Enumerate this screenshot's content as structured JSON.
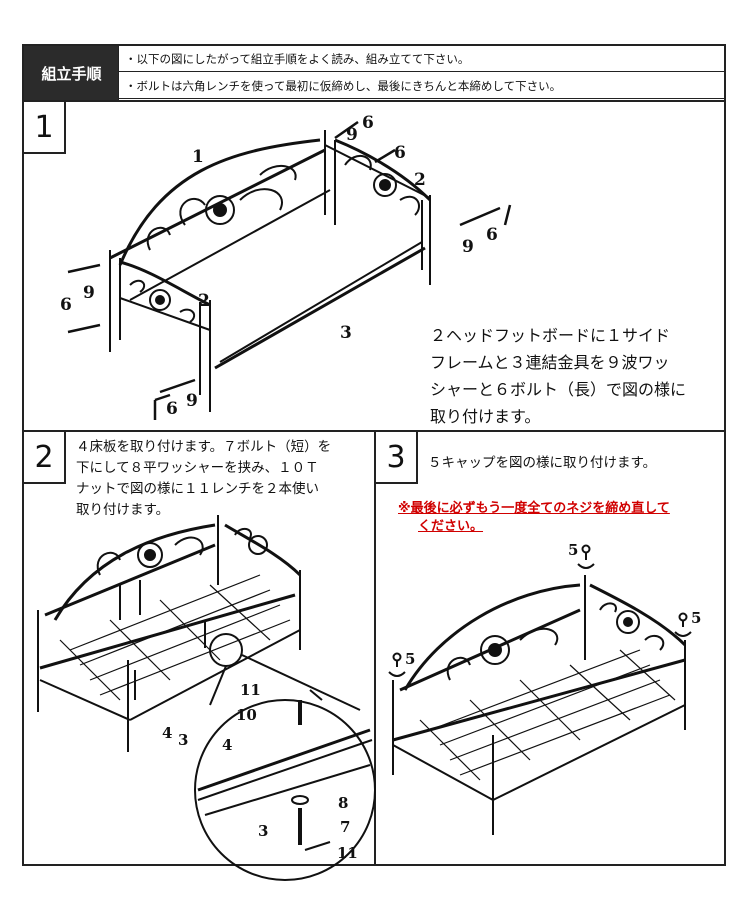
{
  "header": {
    "title": "組立手順",
    "notes": [
      "・以下の図にしたがって組立手順をよく読み、組み立てて下さい。",
      "・ボルトは六角レンチを使って最初に仮締めし、最後にきちんと本締めして下さい。"
    ]
  },
  "step1": {
    "number": "1",
    "text": "２ヘッドフットボードに１サイドフレームと３連結金具を９波ワッシャーと６ボルト（長）で図の様に取り付けます。",
    "lines": [
      "２ヘッドフットボードに１サイド",
      "フレームと３連結金具を９波ワッ",
      "シャーと６ボルト（長）で図の様に",
      "取り付けます。"
    ],
    "labels": {
      "p1": "1",
      "p2": "2",
      "p2b": "2",
      "p3": "3",
      "p6a": "6",
      "p9a": "9",
      "p6b": "6",
      "p9b": "9",
      "p6c": "6",
      "p9c": "9",
      "p6d": "6",
      "p9d": "9"
    }
  },
  "step2": {
    "number": "2",
    "lines": [
      "４床板を取り付けます。７ボルト（短）を",
      "下にして８平ワッシャーを挟み、１０Ｔ",
      "ナットで図の様に１１レンチを２本使い",
      "取り付けます。"
    ],
    "labels": {
      "p4": "4",
      "p3": "3",
      "p11a": "11",
      "p10": "10",
      "p4b": "4",
      "p8": "8",
      "p3b": "3",
      "p7": "7",
      "p11b": "11"
    }
  },
  "step3": {
    "number": "3",
    "text": "５キャップを図の様に取り付けます。",
    "warning_lines": [
      "※最後に必ずもう一度全てのネジを締め直して",
      "ください。"
    ],
    "labels": {
      "p5a": "5",
      "p5b": "5",
      "p5c": "5"
    }
  }
}
